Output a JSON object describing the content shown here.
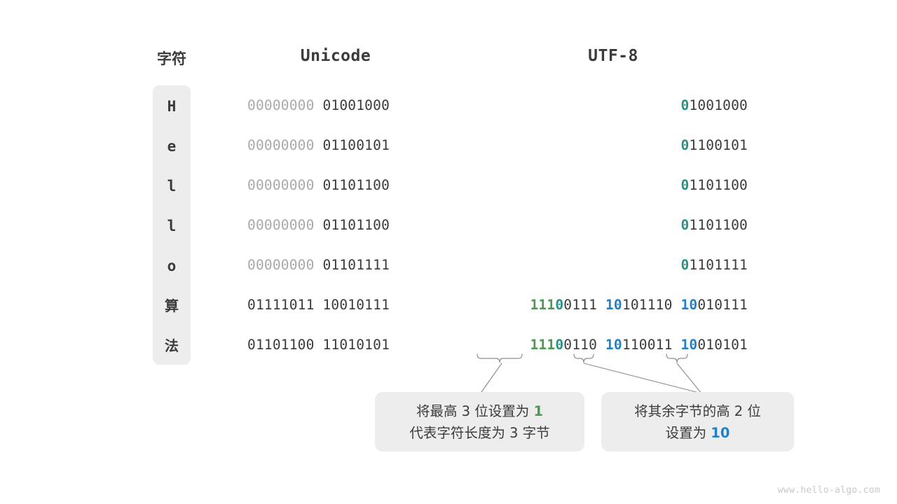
{
  "headers": {
    "character": "字符",
    "unicode": "Unicode",
    "utf8": "UTF-8"
  },
  "colors": {
    "background": "#ffffff",
    "panel_gray": "#ededed",
    "text_dark": "#3b3b3b",
    "text_dim": "#a9a9a9",
    "teal": "#2a9183",
    "green": "#4a9a52",
    "blue": "#2080c8",
    "watermark": "#c9c9c9"
  },
  "rows": [
    {
      "char": "H",
      "is_cjk": false,
      "unicode": {
        "high": "00000000",
        "low": "01001000"
      },
      "utf8": [
        {
          "prefix": "0",
          "prefix_color": "teal",
          "rest": "1001000"
        }
      ]
    },
    {
      "char": "e",
      "is_cjk": false,
      "unicode": {
        "high": "00000000",
        "low": "01100101"
      },
      "utf8": [
        {
          "prefix": "0",
          "prefix_color": "teal",
          "rest": "1100101"
        }
      ]
    },
    {
      "char": "l",
      "is_cjk": false,
      "unicode": {
        "high": "00000000",
        "low": "01101100"
      },
      "utf8": [
        {
          "prefix": "0",
          "prefix_color": "teal",
          "rest": "1101100"
        }
      ]
    },
    {
      "char": "l",
      "is_cjk": false,
      "unicode": {
        "high": "00000000",
        "low": "01101100"
      },
      "utf8": [
        {
          "prefix": "0",
          "prefix_color": "teal",
          "rest": "1101100"
        }
      ]
    },
    {
      "char": "o",
      "is_cjk": false,
      "unicode": {
        "high": "00000000",
        "low": "01101111"
      },
      "utf8": [
        {
          "prefix": "0",
          "prefix_color": "teal",
          "rest": "1101111"
        }
      ]
    },
    {
      "char": "算",
      "is_cjk": true,
      "unicode": {
        "high": "01111011",
        "low": "10010111"
      },
      "utf8": [
        {
          "prefix": "111",
          "prefix_color": "green",
          "prefix2": "0",
          "prefix2_color": "teal",
          "rest": "0111"
        },
        {
          "prefix": "10",
          "prefix_color": "blue",
          "rest": "101110"
        },
        {
          "prefix": "10",
          "prefix_color": "blue",
          "rest": "010111"
        }
      ]
    },
    {
      "char": "法",
      "is_cjk": true,
      "unicode": {
        "high": "01101100",
        "low": "11010101"
      },
      "utf8": [
        {
          "prefix": "111",
          "prefix_color": "green",
          "prefix2": "0",
          "prefix2_color": "teal",
          "rest": "0110"
        },
        {
          "prefix": "10",
          "prefix_color": "blue",
          "rest": "110011"
        },
        {
          "prefix": "10",
          "prefix_color": "blue",
          "rest": "010101"
        }
      ]
    }
  ],
  "callouts": {
    "left": {
      "line1_pre": "将最高 3 位设置为 ",
      "line1_em": "1",
      "line1_em_color": "green",
      "line2": "代表字符长度为 3 字节"
    },
    "right": {
      "line1": "将其余字节的高 2 位",
      "line2_pre": "设置为 ",
      "line2_em": "10",
      "line2_em_color": "blue"
    }
  },
  "watermark": "www.hello-algo.com"
}
